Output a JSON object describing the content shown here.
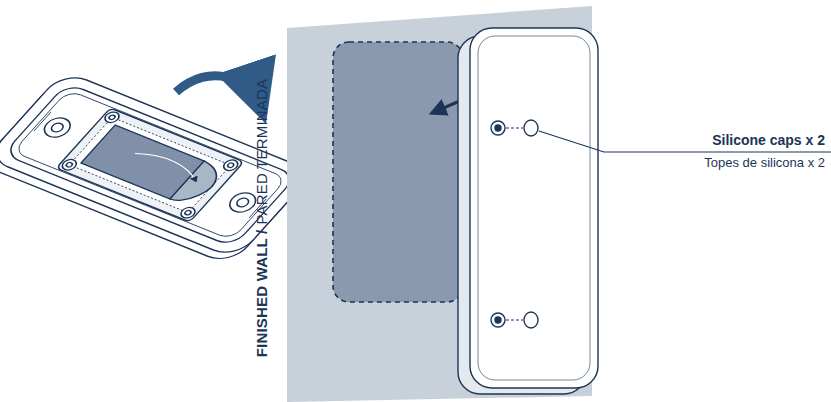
{
  "diagram": {
    "labels": [
      "FINISHED WALL /",
      "PARED TERMINADA",
      "Silicone caps x 2",
      "Topes de silicona x 2"
    ]
  }
}
